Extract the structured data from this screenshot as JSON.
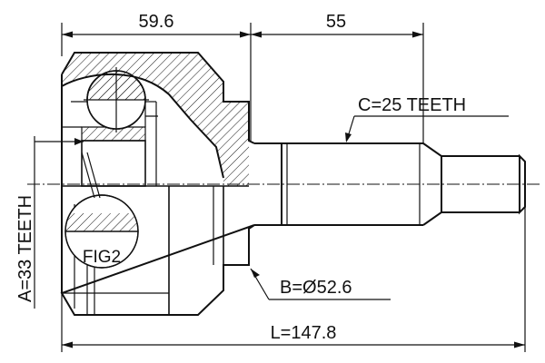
{
  "dimensions": {
    "cup_length": "59.6",
    "shaft_length": "55",
    "spline_c": "C=25 TEETH",
    "spline_a": "A=33 TEETH",
    "abs_ring": "B=Ø52.6",
    "total_length": "L=147.8",
    "figure_ref": "FIG2"
  }
}
